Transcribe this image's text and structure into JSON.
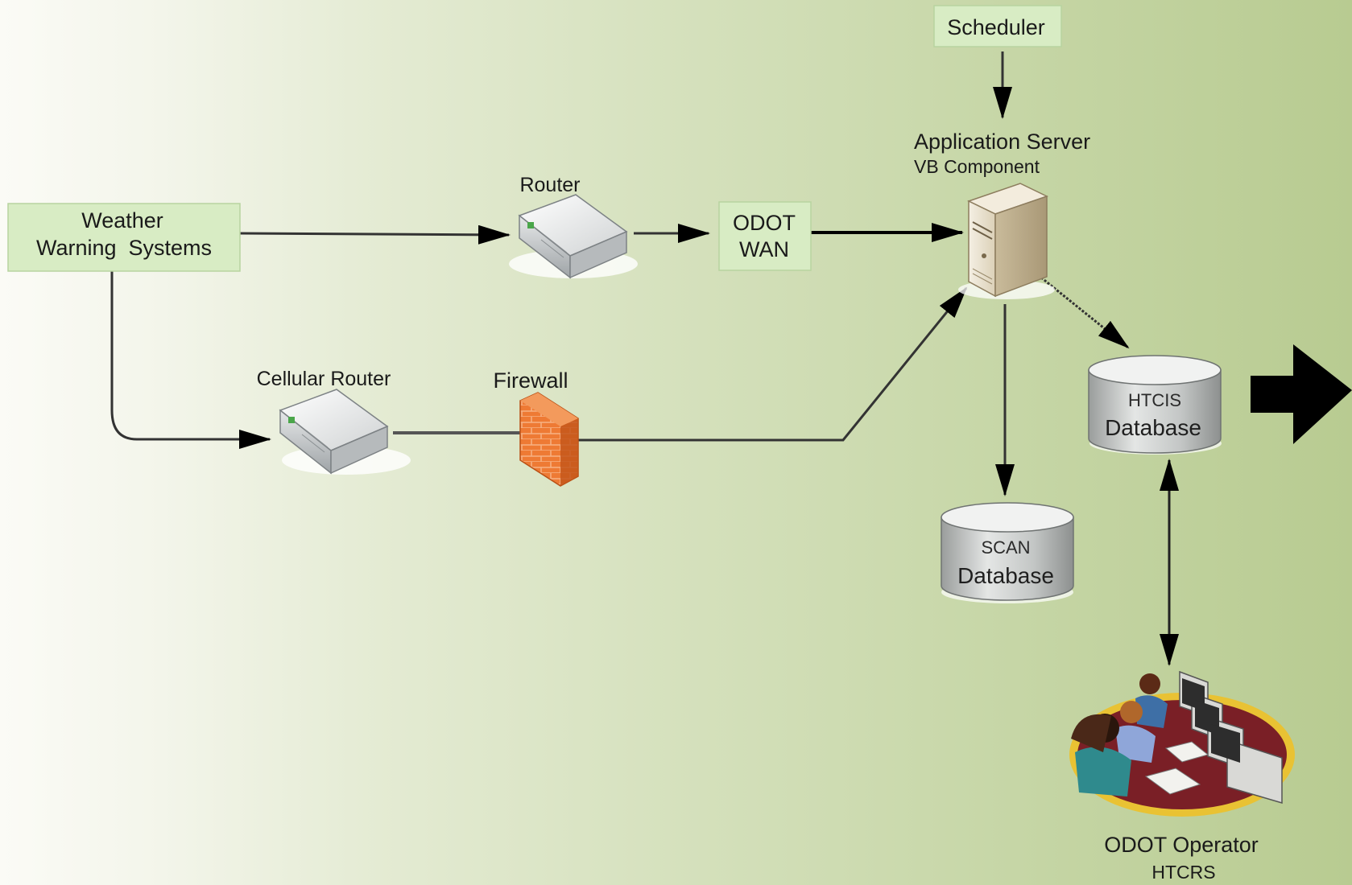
{
  "boxes": {
    "scheduler": "Scheduler",
    "weather_line1": "Weather",
    "weather_line2": "Warning  Systems",
    "odot_wan_line1": "ODOT",
    "odot_wan_line2": "WAN"
  },
  "devices": {
    "router": "Router",
    "cellular_router": "Cellular Router",
    "firewall": "Firewall",
    "app_server_line1": "Application Server",
    "app_server_line2": "VB Component"
  },
  "databases": {
    "htcis_small": "HTCIS",
    "htcis_big": "Database",
    "scan_small": "SCAN",
    "scan_big": "Database"
  },
  "operator": {
    "line1": "ODOT Operator",
    "line2": "HTCRS"
  },
  "colors": {
    "box_fill": "#d8ecc4",
    "firewall": "#e8702a",
    "server": "#e9e0cc",
    "database": "#c9cbc9"
  }
}
